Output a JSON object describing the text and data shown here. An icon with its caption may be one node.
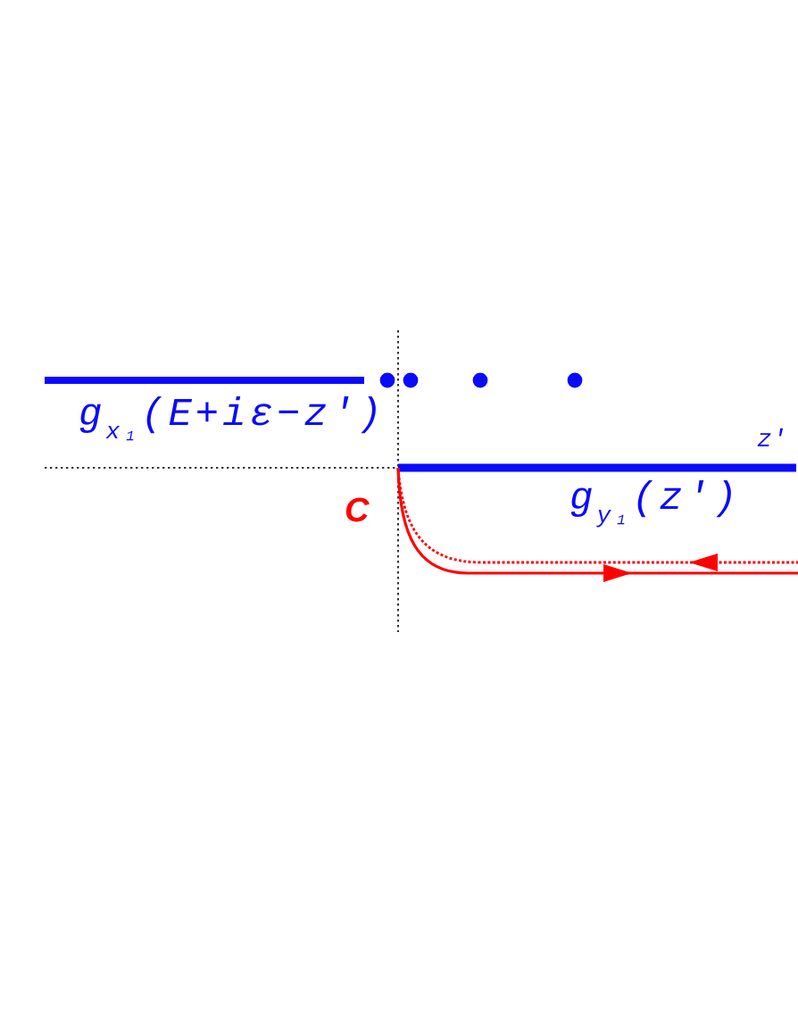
{
  "diagram": {
    "labels": [
      "g$_{x₁}$(E+iε−z′)",
      "z′",
      "C",
      "g$_{y₁}$(z′)"
    ]
  }
}
